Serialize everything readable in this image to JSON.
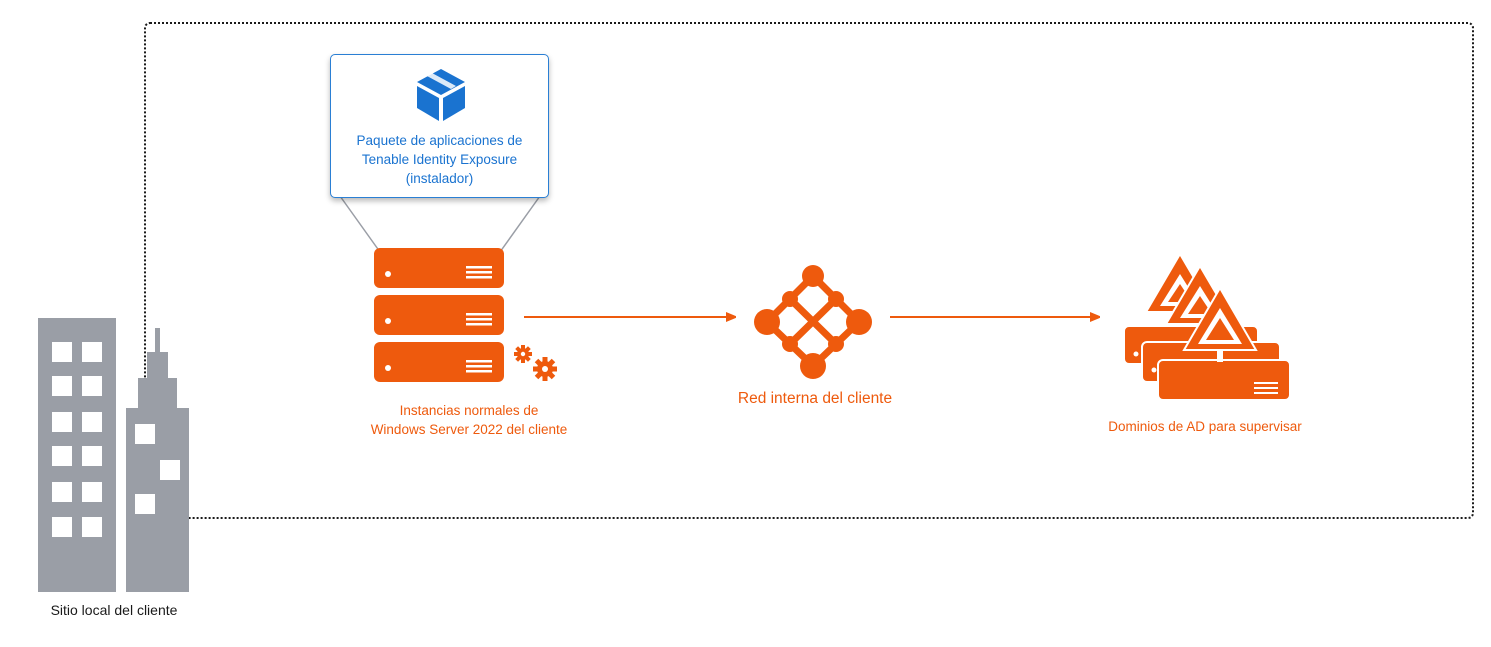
{
  "installer": {
    "icon": "package-box-icon",
    "text": "Paquete de aplicaciones de\nTenable Identity Exposure\n(instalador)"
  },
  "servers": {
    "icon": "server-stack-icon",
    "gear_icon": "gears-icon",
    "label": "Instancias normales de\nWindows Server 2022 del cliente"
  },
  "network": {
    "icon": "network-mesh-icon",
    "label": "Red interna del cliente"
  },
  "domains": {
    "icon": "ad-domains-icon",
    "label": "Dominios de AD para supervisar"
  },
  "site": {
    "icon": "buildings-icon",
    "label": "Sitio local del cliente"
  },
  "colors": {
    "accent": "#ee5a0d",
    "callout_border": "#2a7fd4",
    "callout_text": "#1a73d0",
    "building": "#9a9ea6",
    "frame": "#1a1a1a"
  }
}
